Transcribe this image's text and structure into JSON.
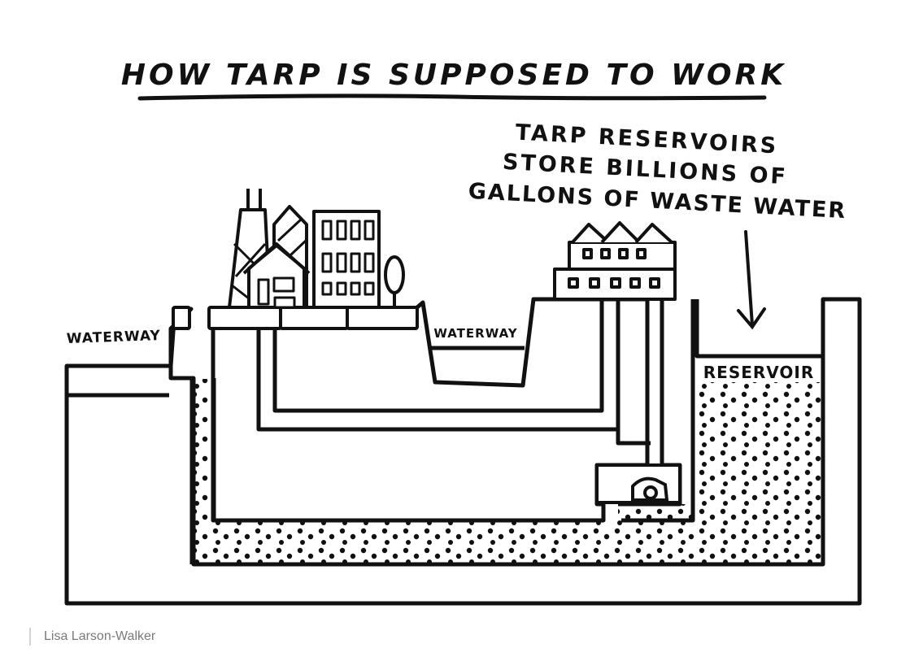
{
  "title": "HOW TARP IS SUPPOSED TO WORK",
  "callout": {
    "lines": [
      "TARP RESERVOIRS",
      "STORE BILLIONS OF",
      "GALLONS OF WASTE WATER"
    ]
  },
  "labels": {
    "waterway_left": "WATERWAY",
    "waterway_middle": "WATERWAY",
    "reservoir": "RESERVOIR"
  },
  "credit": "Lisa Larson-Walker",
  "colors": {
    "ink": "#111111",
    "paper": "#ffffff",
    "credit_text": "#7a7a7a"
  }
}
